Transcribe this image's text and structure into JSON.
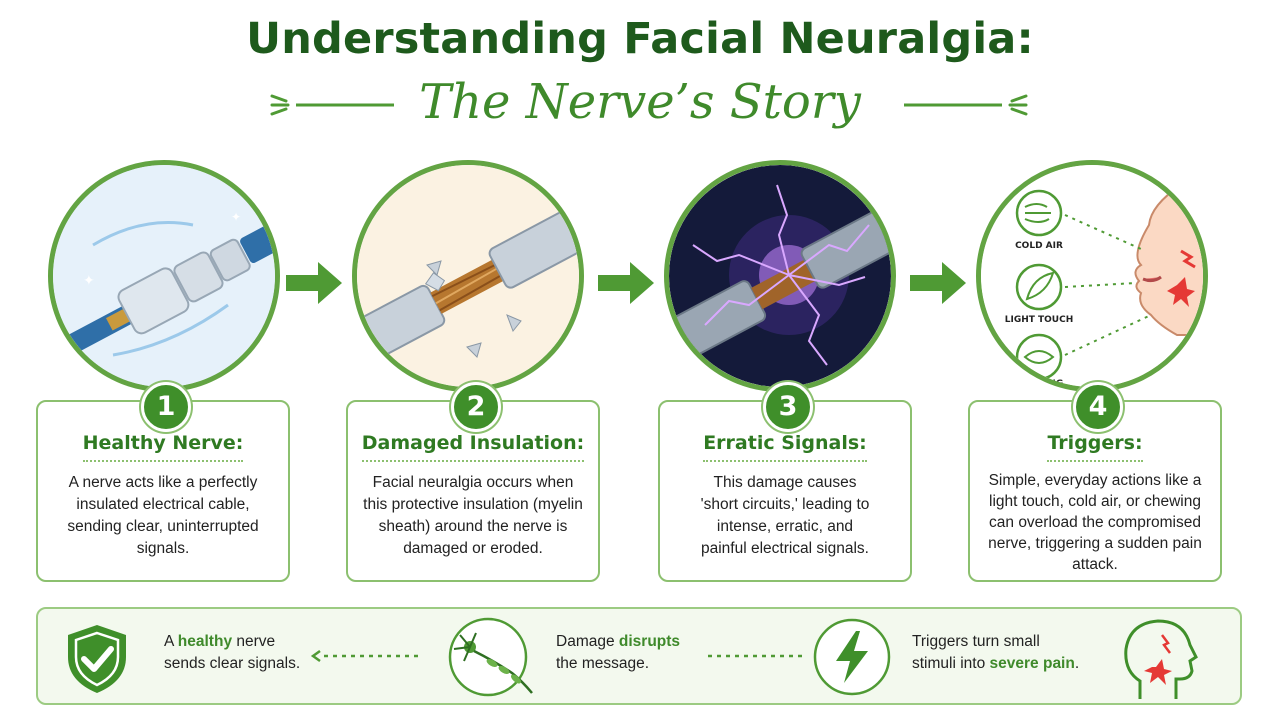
{
  "header": {
    "title": "Understanding Facial Neuralgia:",
    "subtitle": "The Nerve’s Story"
  },
  "colors": {
    "primary_green": "#3f8f2a",
    "dark_green": "#1e5a1c",
    "light_green_border": "#8cc06f",
    "panel_background": "#f3f9ee",
    "pain_red": "#e53935",
    "spark_purple": "#b36bff"
  },
  "steps": [
    {
      "number": "1",
      "title": "Healthy Nerve:",
      "body": "A nerve acts like a perfectly insulated electrical cable, sending clear, uninterrupted signals.",
      "image_icon": "insulated-cable-icon"
    },
    {
      "number": "2",
      "title": "Damaged Insulation:",
      "body": "Facial neuralgia occurs when this protective insulation (myelin sheath) around the nerve is damaged or eroded.",
      "image_icon": "broken-cable-icon"
    },
    {
      "number": "3",
      "title": "Erratic Signals:",
      "body": "This damage causes 'short circuits,' leading to intense, erratic, and painful electrical signals.",
      "image_icon": "electric-spark-icon"
    },
    {
      "number": "4",
      "title": "Triggers:",
      "body": "Simple, everyday actions like a light touch, cold air, or chewing can overload the compromised nerve, triggering a sudden pain attack.",
      "image_icon": "face-profile-pain-icon",
      "trigger_labels": [
        "COLD AIR",
        "LIGHT TOUCH",
        "CHEWING"
      ]
    }
  ],
  "summary": {
    "item1": {
      "prefix": "A ",
      "highlight": "healthy",
      "suffix": " nerve",
      "line2": "sends clear signals."
    },
    "item2": {
      "prefix": "Damage ",
      "highlight": "disrupts",
      "line2": "the message."
    },
    "item3": {
      "line1": "Triggers turn small",
      "line2_prefix": "stimuli into ",
      "highlight": "severe pain",
      "suffix": "."
    }
  }
}
